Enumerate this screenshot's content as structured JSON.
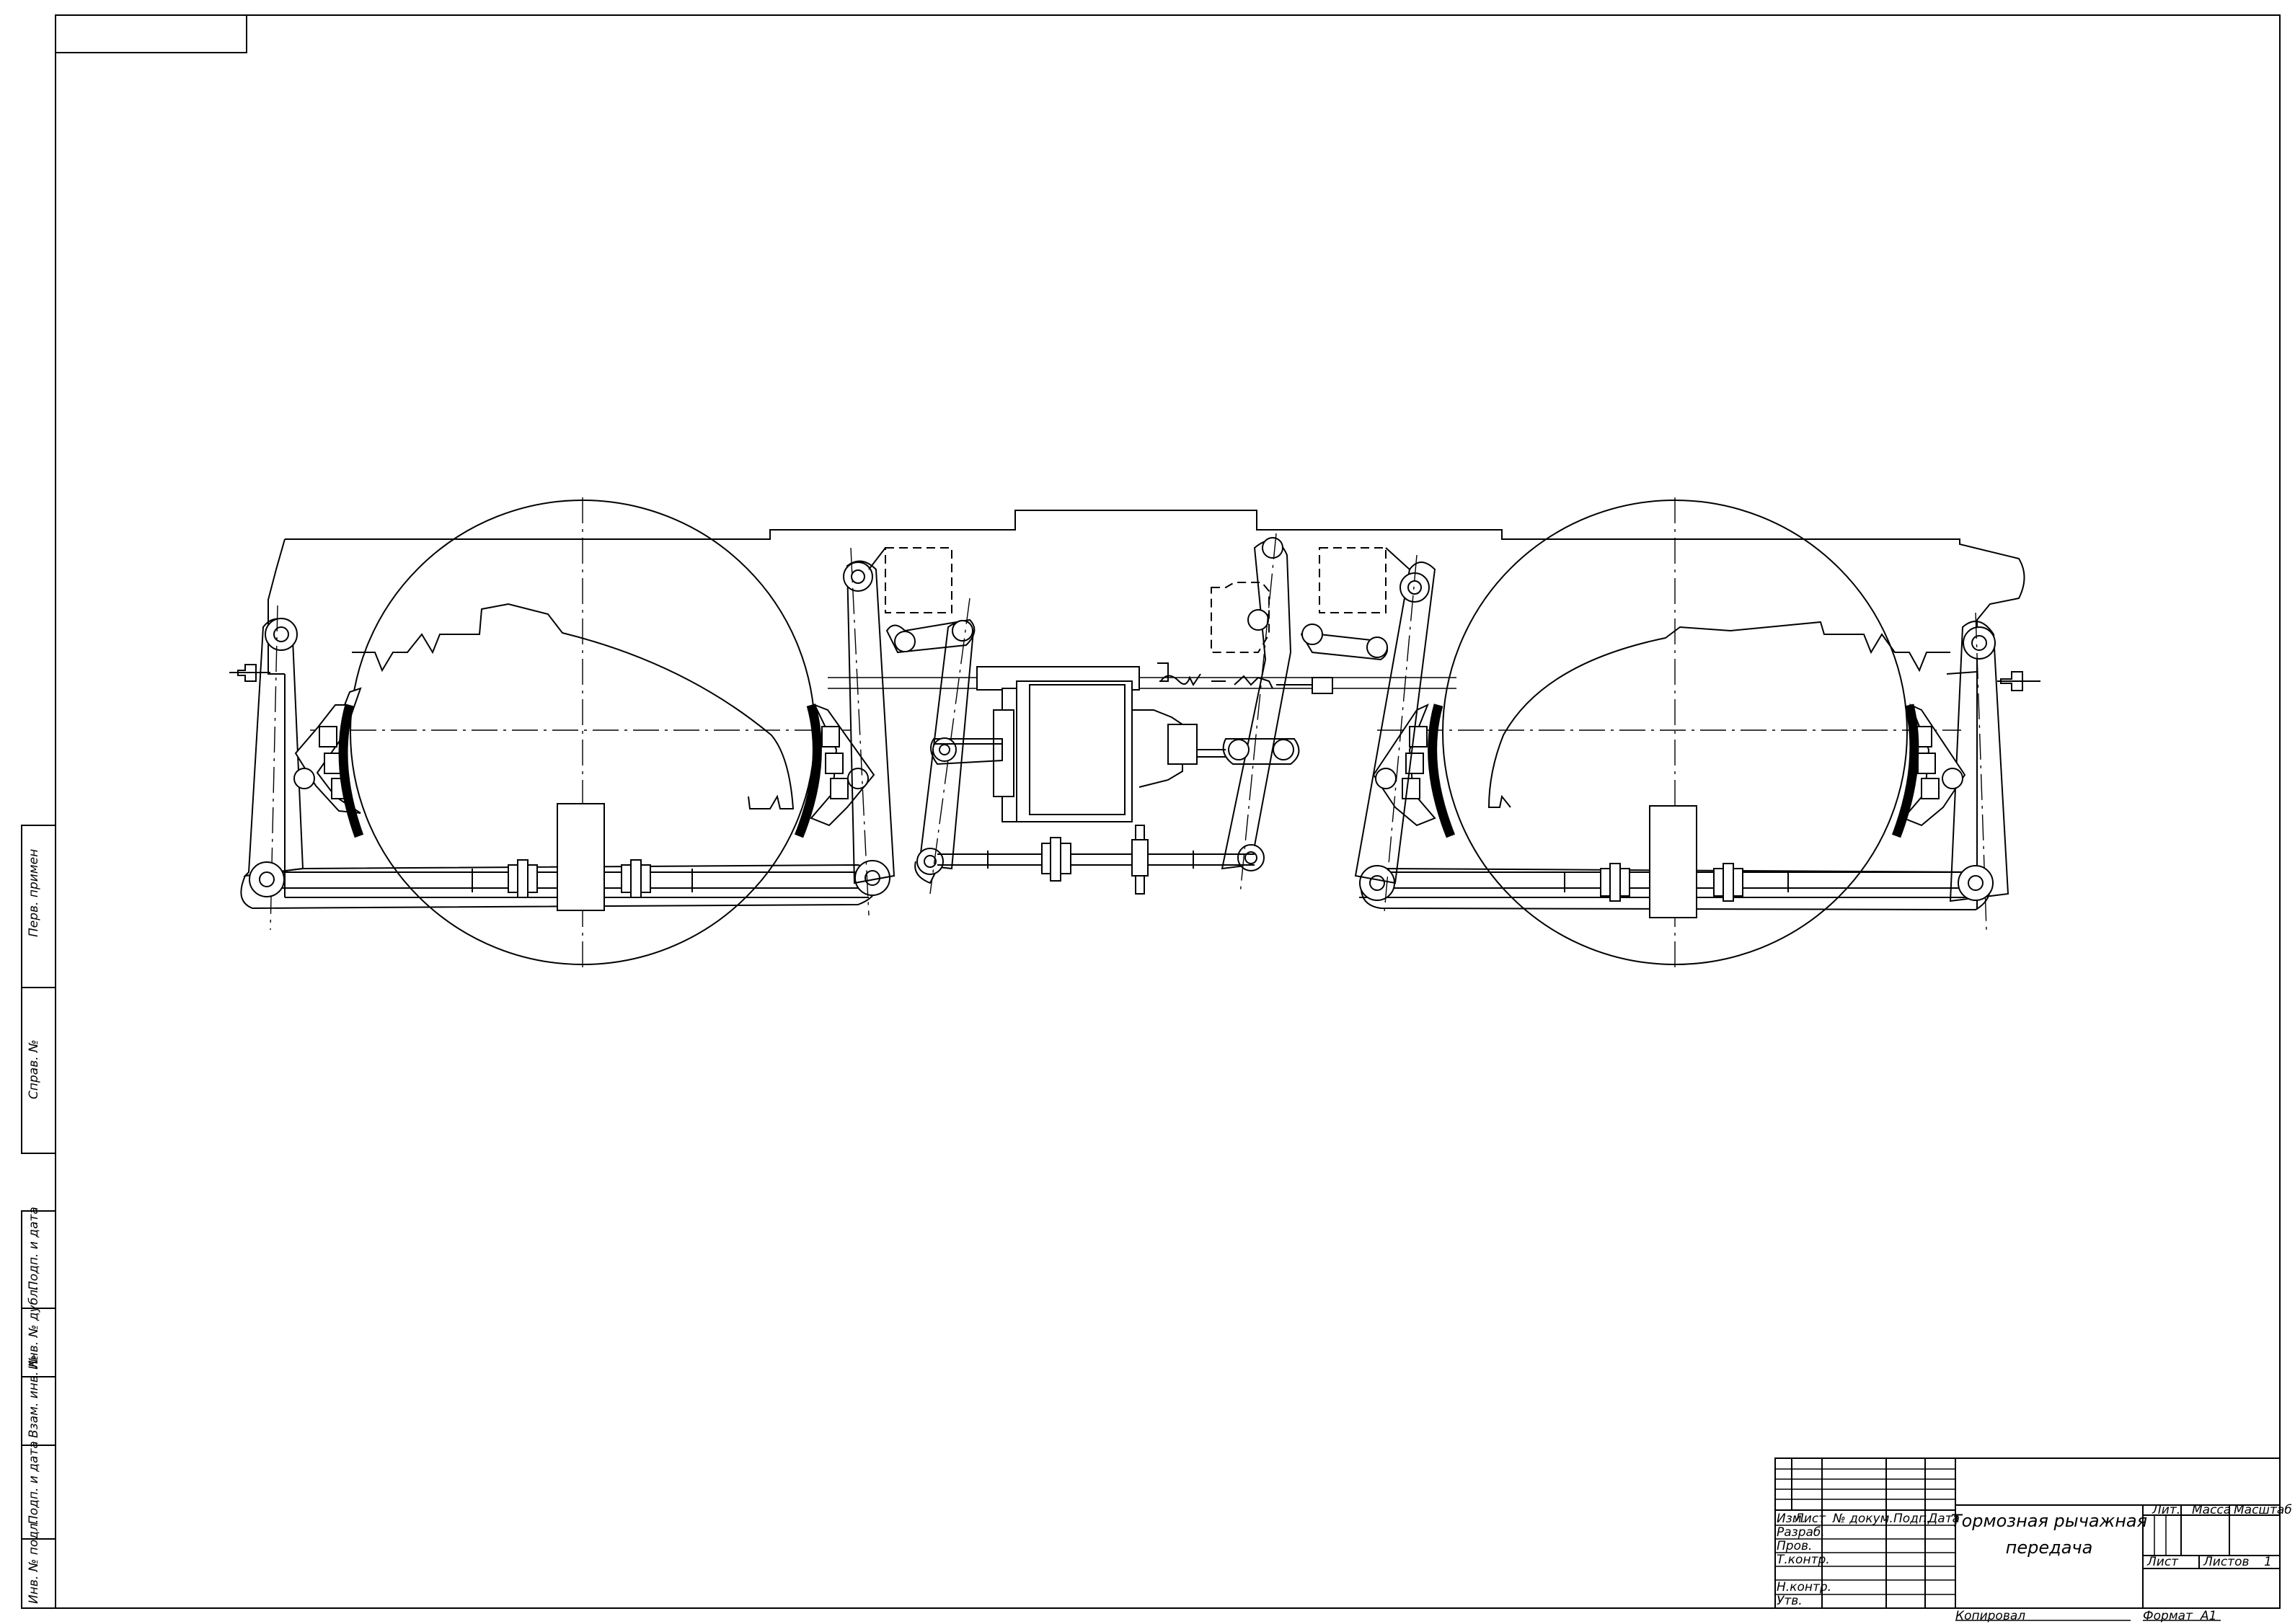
{
  "stamp_top": {
    "code": ""
  },
  "side_column": {
    "perv_primen": "Перв. примен",
    "sprav_no": "Справ. №",
    "podp_i_data_1": "Подп. и дата",
    "inv_no_dubl": "Инв. № дубл.",
    "vzam_inv_no": "Взам. инв. №",
    "podp_i_data_2": "Подп. и дата",
    "inv_no_podl": "Инв. № подл."
  },
  "title_block": {
    "col_izm": "Изм.",
    "col_list": "Лист",
    "col_no_dokum": "№ докум.",
    "col_podp": "Подп.",
    "col_data": "Дата",
    "role_razrab": "Разраб.",
    "role_prov": "Пров.",
    "role_tkontr": "Т.контр.",
    "role_nkontr": "Н.контр.",
    "role_utv": "Утв.",
    "title_line1": "Тормозная рычажная",
    "title_line2": "передача",
    "lit_label": "Лит.",
    "massa_label": "Масса",
    "masshtab_label": "Масштаб",
    "list_label": "Лист",
    "listov_label": "Листов",
    "listov_value": "1",
    "kopiroval_label": "Копировал",
    "format_label": "Формат",
    "format_value": "A1"
  }
}
